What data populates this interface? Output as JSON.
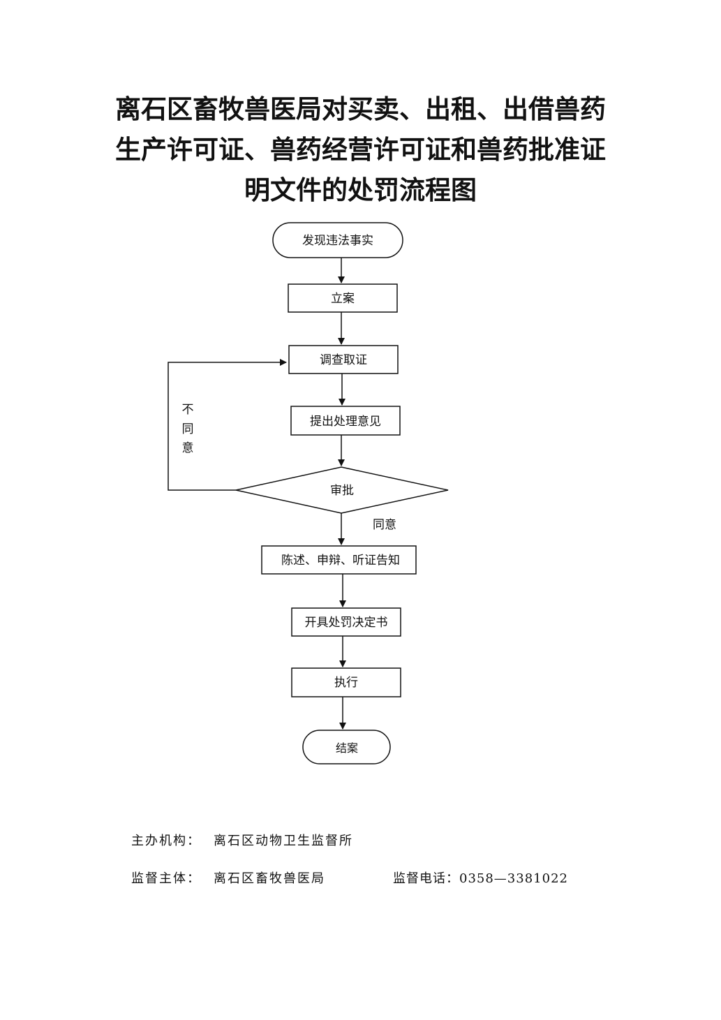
{
  "title": {
    "line1": "离石区畜牧兽医局对买卖、出租、出借兽药",
    "line2": "生产许可证、兽药经营许可证和兽药批准证",
    "line3": "明文件的处罚流程图"
  },
  "flow": {
    "start": "发现违法事实",
    "step1": "立案",
    "step2": "调查取证",
    "step3": "提出处理意见",
    "decision": "审批",
    "reject_label_1": "不",
    "reject_label_2": "同",
    "reject_label_3": "意",
    "approve_label": "同意",
    "step4": "陈述、申辩、听证告知",
    "step5": "开具处罚决定书",
    "step6": "执行",
    "end": "结案"
  },
  "footer": {
    "host_label": "主办机构：",
    "host_value": "离石区动物卫生监督所",
    "supervisor_label": "监督主体：",
    "supervisor_value": "离石区畜牧兽医局",
    "phone_label": "监督电话：",
    "phone_value": "0358—3381022"
  }
}
